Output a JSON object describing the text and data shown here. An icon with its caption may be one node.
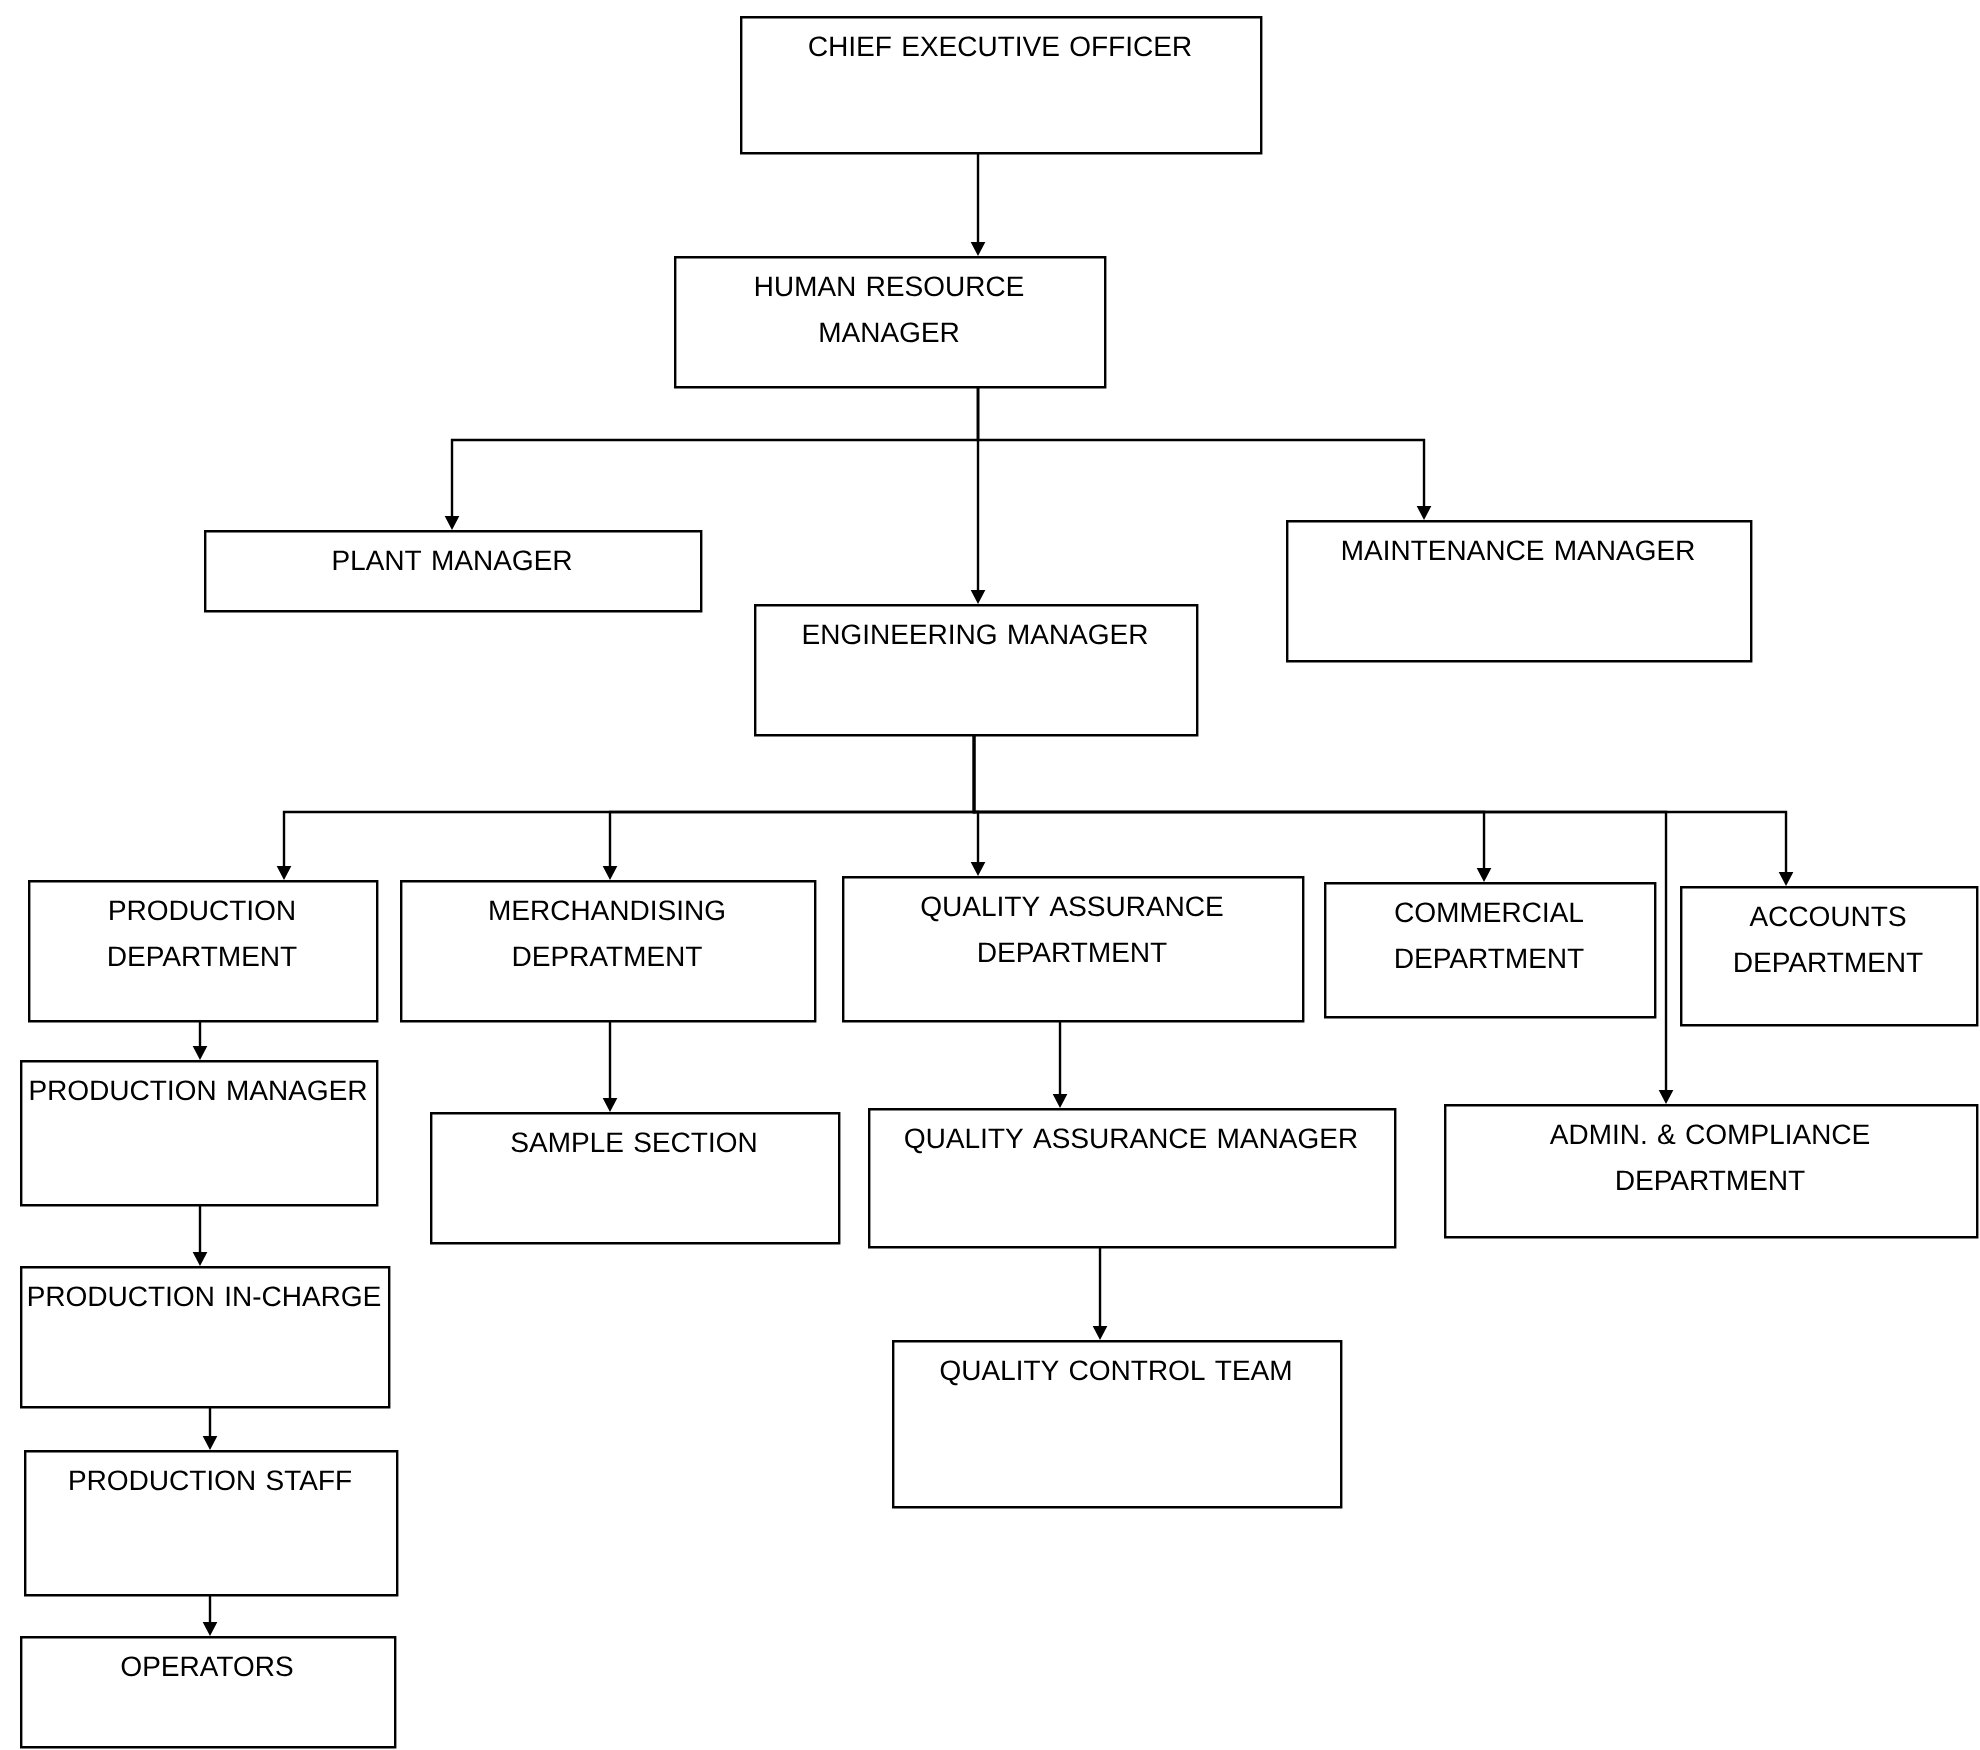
{
  "diagram": {
    "nodes": [
      {
        "text": [
          "CHIEF EXECUTIVE OFFICER"
        ]
      },
      {
        "text": [
          "HUMAN RESOURCE MANAGER"
        ]
      },
      {
        "text": [
          "PLANT MANAGER"
        ]
      },
      {
        "text": [
          "ENGINEERING MANAGER"
        ]
      },
      {
        "text": [
          "MAINTENANCE MANAGER"
        ]
      },
      {
        "text": [
          "PRODUCTION DEPARTMENT"
        ]
      },
      {
        "text": [
          "MERCHANDISING DEPRATMENT"
        ]
      },
      {
        "text": [
          "QUALITY ASSURANCE DEPARTMENT"
        ]
      },
      {
        "text": [
          "COMMERCIAL DEPARTMENT"
        ]
      },
      {
        "text": [
          "ACCOUNTS DEPARTMENT"
        ]
      },
      {
        "text": [
          "PRODUCTION MANAGER"
        ]
      },
      {
        "text": [
          "SAMPLE SECTION"
        ]
      },
      {
        "text": [
          "QUALITY ASSURANCE MANAGER"
        ]
      },
      {
        "text": [
          "ADMIN. & COMPLIANCE DEPARTMENT"
        ]
      },
      {
        "text": [
          "PRODUCTION IN-CHARGE"
        ]
      },
      {
        "text": [
          "QUALITY CONTROL TEAM"
        ]
      },
      {
        "text": [
          "PRODUCTION STAFF"
        ]
      },
      {
        "text": [
          "OPERATORS"
        ]
      }
    ],
    "edges": [
      {
        "from": 0,
        "to": 1,
        "arrow": "to"
      },
      {
        "from": 1,
        "to": 2,
        "arrow": "to"
      },
      {
        "from": 1,
        "to": 3,
        "arrow": "to"
      },
      {
        "from": 1,
        "to": 4,
        "arrow": "to"
      },
      {
        "from": 3,
        "to": 5,
        "arrow": "to"
      },
      {
        "from": 3,
        "to": 6,
        "arrow": "to"
      },
      {
        "from": 3,
        "to": 7,
        "arrow": "to"
      },
      {
        "from": 3,
        "to": 8,
        "arrow": "to"
      },
      {
        "from": 3,
        "to": 13,
        "arrow": "to"
      },
      {
        "from": 3,
        "to": 9,
        "arrow": "to"
      },
      {
        "from": 5,
        "to": 10,
        "arrow": "to"
      },
      {
        "from": 6,
        "to": 11,
        "arrow": "to"
      },
      {
        "from": 7,
        "to": 12,
        "arrow": "to"
      },
      {
        "from": 12,
        "to": 15,
        "arrow": "to"
      },
      {
        "from": 10,
        "to": 14,
        "arrow": "to"
      },
      {
        "from": 14,
        "to": 16,
        "arrow": "to"
      },
      {
        "from": 16,
        "to": 17,
        "arrow": "to"
      }
    ]
  }
}
